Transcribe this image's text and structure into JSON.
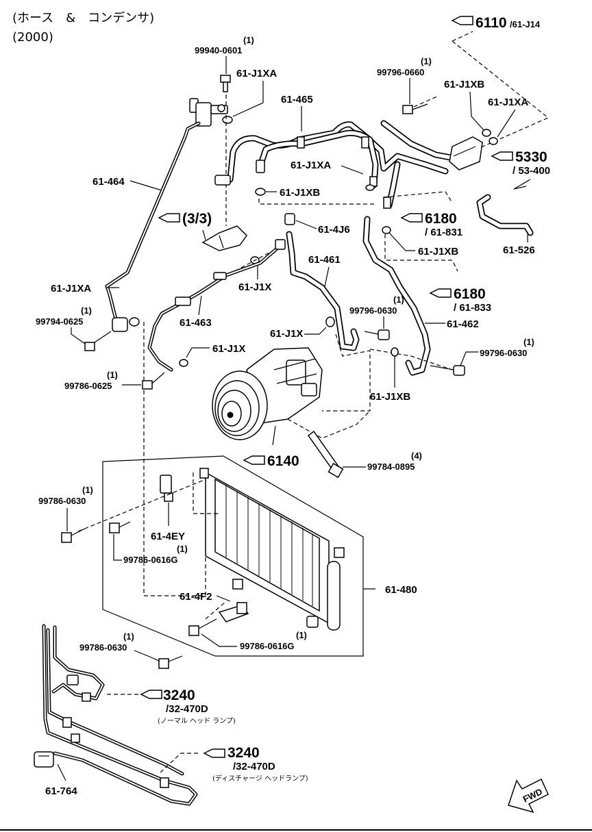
{
  "header": {
    "title_line1": "(ホース　&　コンデンサ)",
    "title_line2": "(2000)"
  },
  "refs": {
    "r6110": {
      "main": "6110",
      "sub": "/61-J14"
    },
    "r5330": {
      "main": "5330",
      "sub": "/ 53-400"
    },
    "r6180a": {
      "main": "6180",
      "sub": "/ 61-831"
    },
    "r6180b": {
      "main": "6180",
      "sub": "/ 61-833"
    },
    "r6140": {
      "main": "6140"
    },
    "r33": {
      "main": "(3/3)"
    },
    "r3240a": {
      "main": "3240",
      "sub": "/32-470D",
      "note": "(ノーマル ヘッド ランプ)"
    },
    "r3240b": {
      "main": "3240",
      "sub": "/32-470D",
      "note": "(ディスチャージ ヘッドランプ)"
    }
  },
  "parts": {
    "p99940_0601": {
      "qty": "(1)",
      "num": "99940-0601"
    },
    "p61J1XA_top": "61-J1XA",
    "p61465": "61-465",
    "p99796_0660": {
      "qty": "(1)",
      "num": "99796-0660"
    },
    "p61J1XB_top": "61-J1XB",
    "p61J1XA_right": "61-J1XA",
    "p61464": "61-464",
    "p61J1XA_mid": "61-J1XA",
    "p61J1XB_mid": "61-J1XB",
    "p614J6": "61-4J6",
    "p61J1XB_right": "61-J1XB",
    "p61526": "61-526",
    "p61461": "61-461",
    "p61J1X_a": "61-J1X",
    "p61J1XA_left": "61-J1XA",
    "p99794_0625": {
      "qty": "(1)",
      "num": "99794-0625"
    },
    "p61463": "61-463",
    "p99796_0630a": {
      "qty": "(1)",
      "num": "99796-0630"
    },
    "p61462": "61-462",
    "p61J1X_b": "61-J1X",
    "p61J1X_c": "61-J1X",
    "p99796_0630b": {
      "qty": "(1)",
      "num": "99796-0630"
    },
    "p99786_0625": {
      "qty": "(1)",
      "num": "99786-0625"
    },
    "p61J1XB_low": "61-J1XB",
    "p99784_0895": {
      "qty": "(4)",
      "num": "99784-0895"
    },
    "p99786_0630a": {
      "qty": "(1)",
      "num": "99786-0630"
    },
    "p614EY": {
      "num": "61-4EY",
      "qty": "(1)"
    },
    "p99786_0616G_a": "99786-0616G",
    "p61480": "61-480",
    "p614F2": "61-4F2",
    "p99786_0630b": {
      "qty": "(1)",
      "num": "99786-0630"
    },
    "p99786_0616G_b": {
      "qty": "(1)",
      "num": "99786-0616G"
    },
    "p61764": "61-764"
  },
  "fwd_label": "FWD"
}
